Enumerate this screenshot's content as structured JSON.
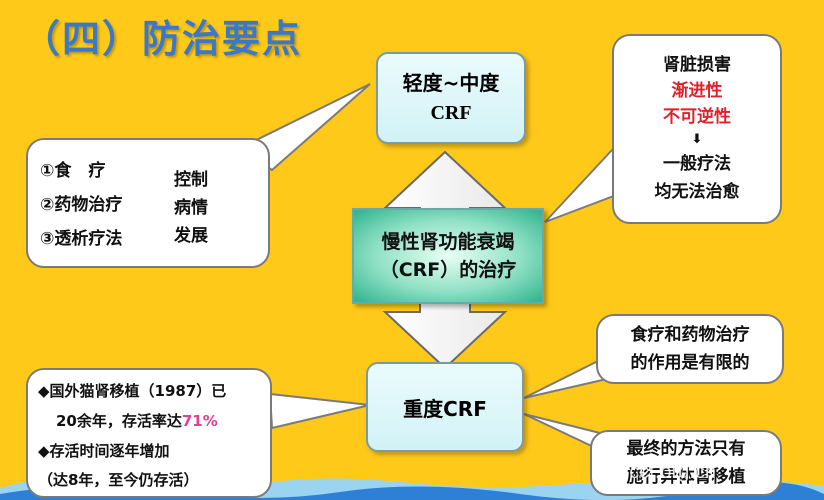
{
  "title": "（四）防治要点",
  "center": {
    "line1": "慢性肾功能衰竭",
    "line2": "（CRF）的治疗"
  },
  "mild": {
    "line1": "轻度~中度",
    "line2": "CRF"
  },
  "severe": {
    "line1": "重度CRF"
  },
  "left_box": {
    "items": [
      "①食　疗",
      "②药物治疗",
      "③透析疗法"
    ],
    "side": [
      "控制",
      "病情",
      "发展"
    ]
  },
  "right_top_box": {
    "line1": "肾脏损害",
    "line2": "渐进性",
    "line3": "不可逆性",
    "arrow": "⬇",
    "line4": "一般疗法",
    "line5": "均无法治愈"
  },
  "right_mid_box": {
    "line1": "食疗和药物治疗",
    "line2": "的作用是有限的"
  },
  "right_bot_box": {
    "line1": "最终的方法只有",
    "line2": "施行异体肾移植"
  },
  "left_bot_box": {
    "l1": "◆国外猫肾移植（1987）已",
    "l2a": "20余年，存活率达",
    "l2b": "71%",
    "l3": "◆存活时间逐年增加",
    "l4": "（达8年，至今仍存活）"
  },
  "watermark": "hdcct.org.cn",
  "colors": {
    "background": "#FFC91A",
    "title": "#3A78C8",
    "center_green": "#2FB38C",
    "accent_red": "#E0202A",
    "accent_pink": "#E0409A"
  }
}
